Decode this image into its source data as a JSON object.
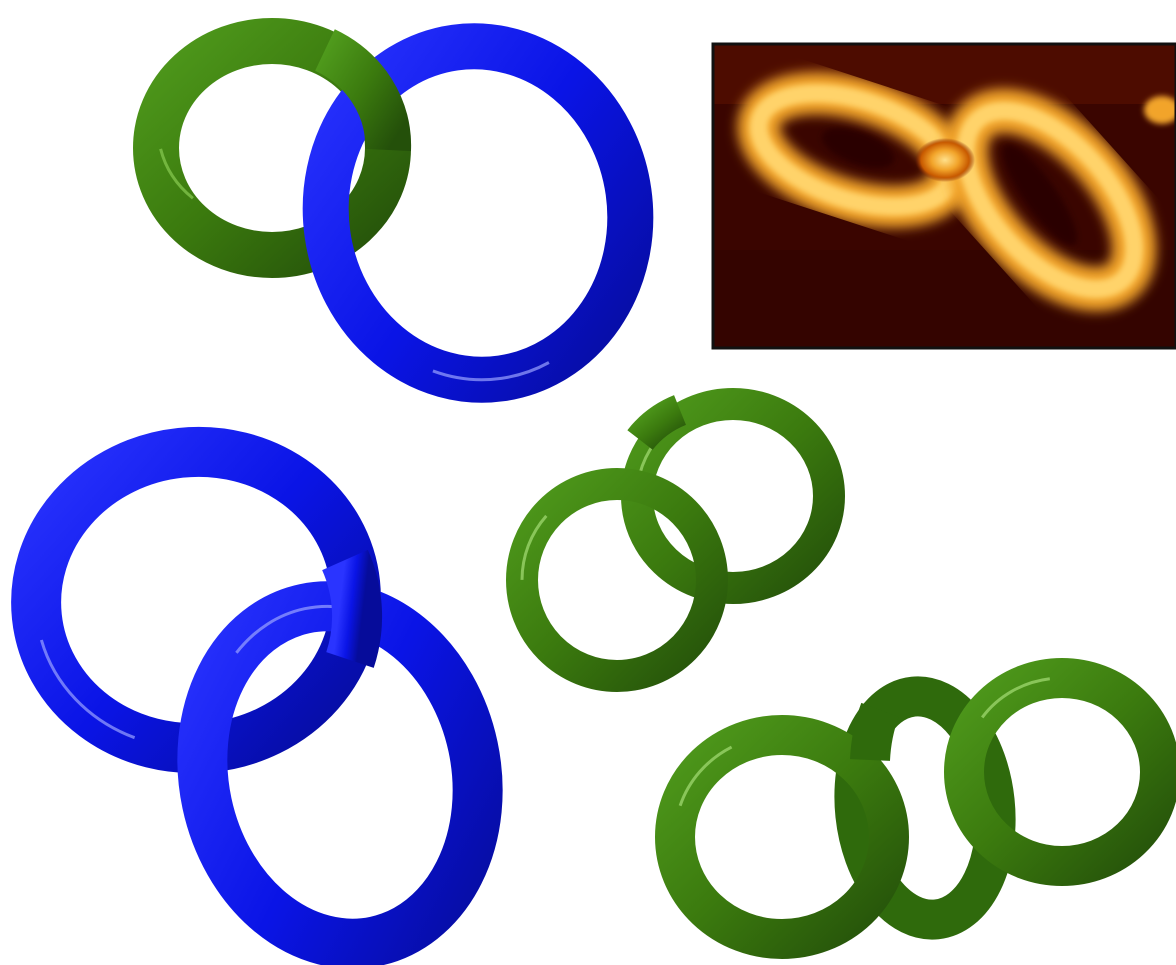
{
  "figure": {
    "background": "#ffffff",
    "panels": [
      {
        "id": "blue-green-catenane",
        "ring_colors": [
          "#3b7a0e",
          "#0a14e6"
        ],
        "ring_count": 2
      },
      {
        "id": "afm-image",
        "palette": [
          "#3a0500",
          "#7a1a00",
          "#c85a00",
          "#f2a42a",
          "#ffe08a"
        ],
        "frame_color": "#111111"
      },
      {
        "id": "blue-catenane",
        "ring_colors": [
          "#0a14e6",
          "#0a14e6"
        ],
        "ring_count": 2
      },
      {
        "id": "green-catenane",
        "ring_colors": [
          "#3b7a0e",
          "#3b7a0e"
        ],
        "ring_count": 2
      },
      {
        "id": "green-three-ring-catenane",
        "ring_colors": [
          "#3b7a0e",
          "#3b7a0e",
          "#3b7a0e"
        ],
        "ring_count": 3
      }
    ]
  }
}
